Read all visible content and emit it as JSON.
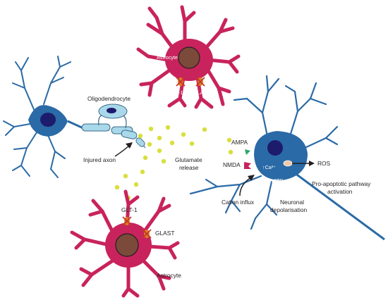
{
  "labels": {
    "astrocyte_top": "Astrocyte",
    "glt1_top": "GLT-1",
    "glast_top": "GLAST",
    "oligodendrocyte": "Oligodendrocyte",
    "injured_axon": "Injured axon",
    "glutamate": "Glutamate",
    "glutamate2": "release",
    "ampa": "AMPA",
    "nmda": "NMDA",
    "ca": "↑Ca²⁺",
    "atp": "↓ATP",
    "ros": "ROS",
    "pro_apoptotic": "Pro-apoptotic pathway",
    "activation": "activation",
    "cation_influx": "Cation influx",
    "neuronal": "Neuronal",
    "depolarisation": "depolarisation",
    "glt1_bottom": "GLT-1",
    "glast_bottom": "GLAST",
    "astrocyte_bottom": "Astrocyte"
  },
  "colors": {
    "astrocyte": "#c8235c",
    "astrocyte_nucleus": "#7b4a3a",
    "neuron": "#2a6aa6",
    "neuron_nucleus": "#1d1b6b",
    "myelin": "#a9d8ea",
    "glutamate": "#d8df3c",
    "blocked_transporter": "#e07a1f",
    "cross": "#c0392b"
  }
}
